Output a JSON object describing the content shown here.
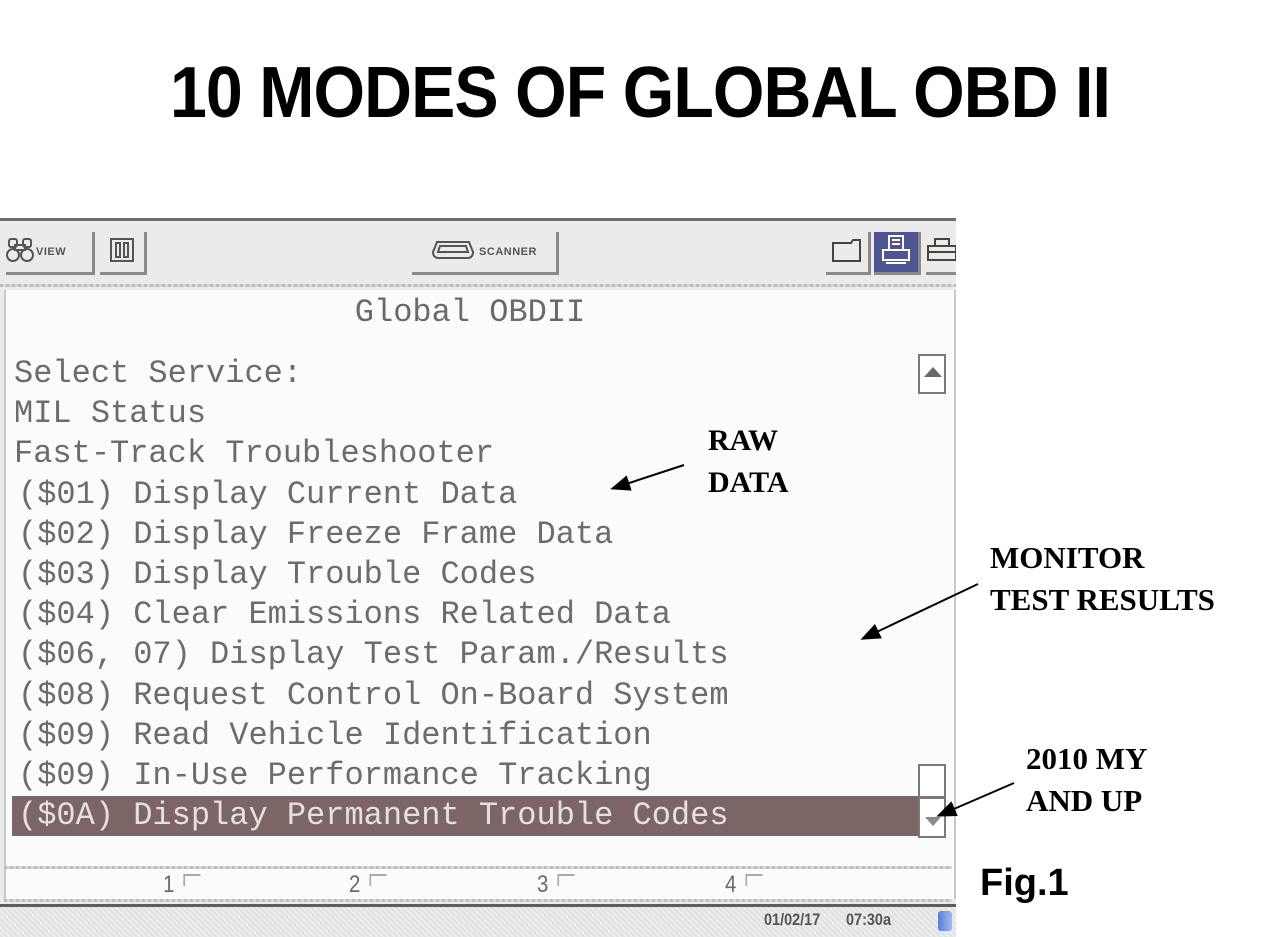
{
  "slide": {
    "title": "10 MODES OF GLOBAL OBD II",
    "figure_label": "Fig.1"
  },
  "toolbar": {
    "view_label": "VIEW",
    "scanner_label": "SCANNER",
    "icons": [
      "binoculars-icon",
      "pause-icon",
      "scanner-connector-icon",
      "folder-icon",
      "printer-icon",
      "toolbox-icon"
    ]
  },
  "screen": {
    "title": "Global OBDII",
    "prompt": "Select Service:",
    "items": [
      {
        "label": "MIL Status"
      },
      {
        "label": "Fast-Track Troubleshooter"
      },
      {
        "label": "($01) Display Current Data"
      },
      {
        "label": "($02) Display Freeze Frame Data"
      },
      {
        "label": "($03) Display Trouble Codes"
      },
      {
        "label": "($04) Clear Emissions Related Data"
      },
      {
        "label": "($06, 07) Display Test Param./Results"
      },
      {
        "label": "($08) Request Control On-Board System"
      },
      {
        "label": "($09) Read Vehicle Identification"
      },
      {
        "label": "($09) In-Use Performance Tracking"
      },
      {
        "label": "($0A) Display Permanent Trouble Codes",
        "selected": true
      }
    ],
    "selected_color": "#7b6565"
  },
  "function_keys": [
    {
      "label": "1"
    },
    {
      "label": "2"
    },
    {
      "label": "3"
    },
    {
      "label": "4"
    }
  ],
  "status_bar": {
    "date": "01/02/17",
    "time": "07:30a"
  },
  "annotations": {
    "raw_data": "RAW\nDATA",
    "monitor": "MONITOR\nTEST RESULTS",
    "model_year": "2010 MY\nAND UP"
  }
}
